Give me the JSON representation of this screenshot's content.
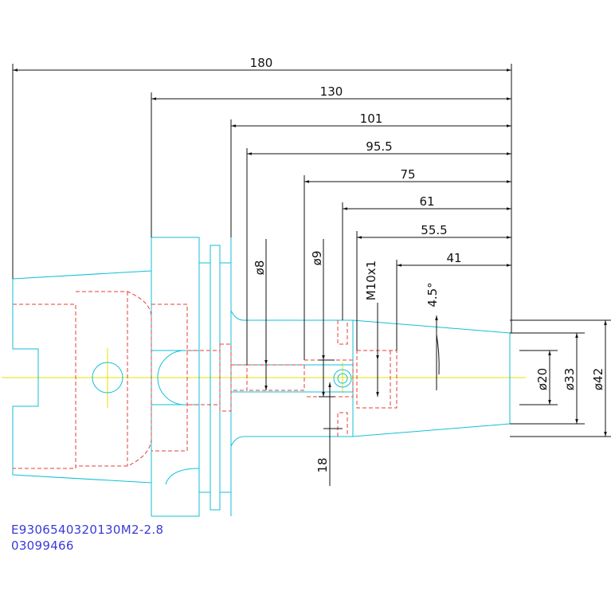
{
  "drawing": {
    "dimensions": {
      "length_180": "180",
      "length_130": "130",
      "length_101": "101",
      "length_95_5": "95.5",
      "length_75": "75",
      "length_61": "61",
      "length_55_5": "55.5",
      "length_41": "41",
      "dia_8": "ø8",
      "dia_9": "ø9",
      "thread": "M10x1",
      "angle": "4.5°",
      "dia_20": "ø20",
      "dia_33": "ø33",
      "dia_42": "ø42",
      "length_18": "18"
    },
    "part_code": "E9306540320130M2-2.8",
    "serial": "03099466"
  },
  "colors": {
    "outline": "#11bfd9",
    "hidden": "#e0413a",
    "centerline": "#e8e000",
    "dimension": "#111111",
    "code_text": "#3a3ad8"
  }
}
